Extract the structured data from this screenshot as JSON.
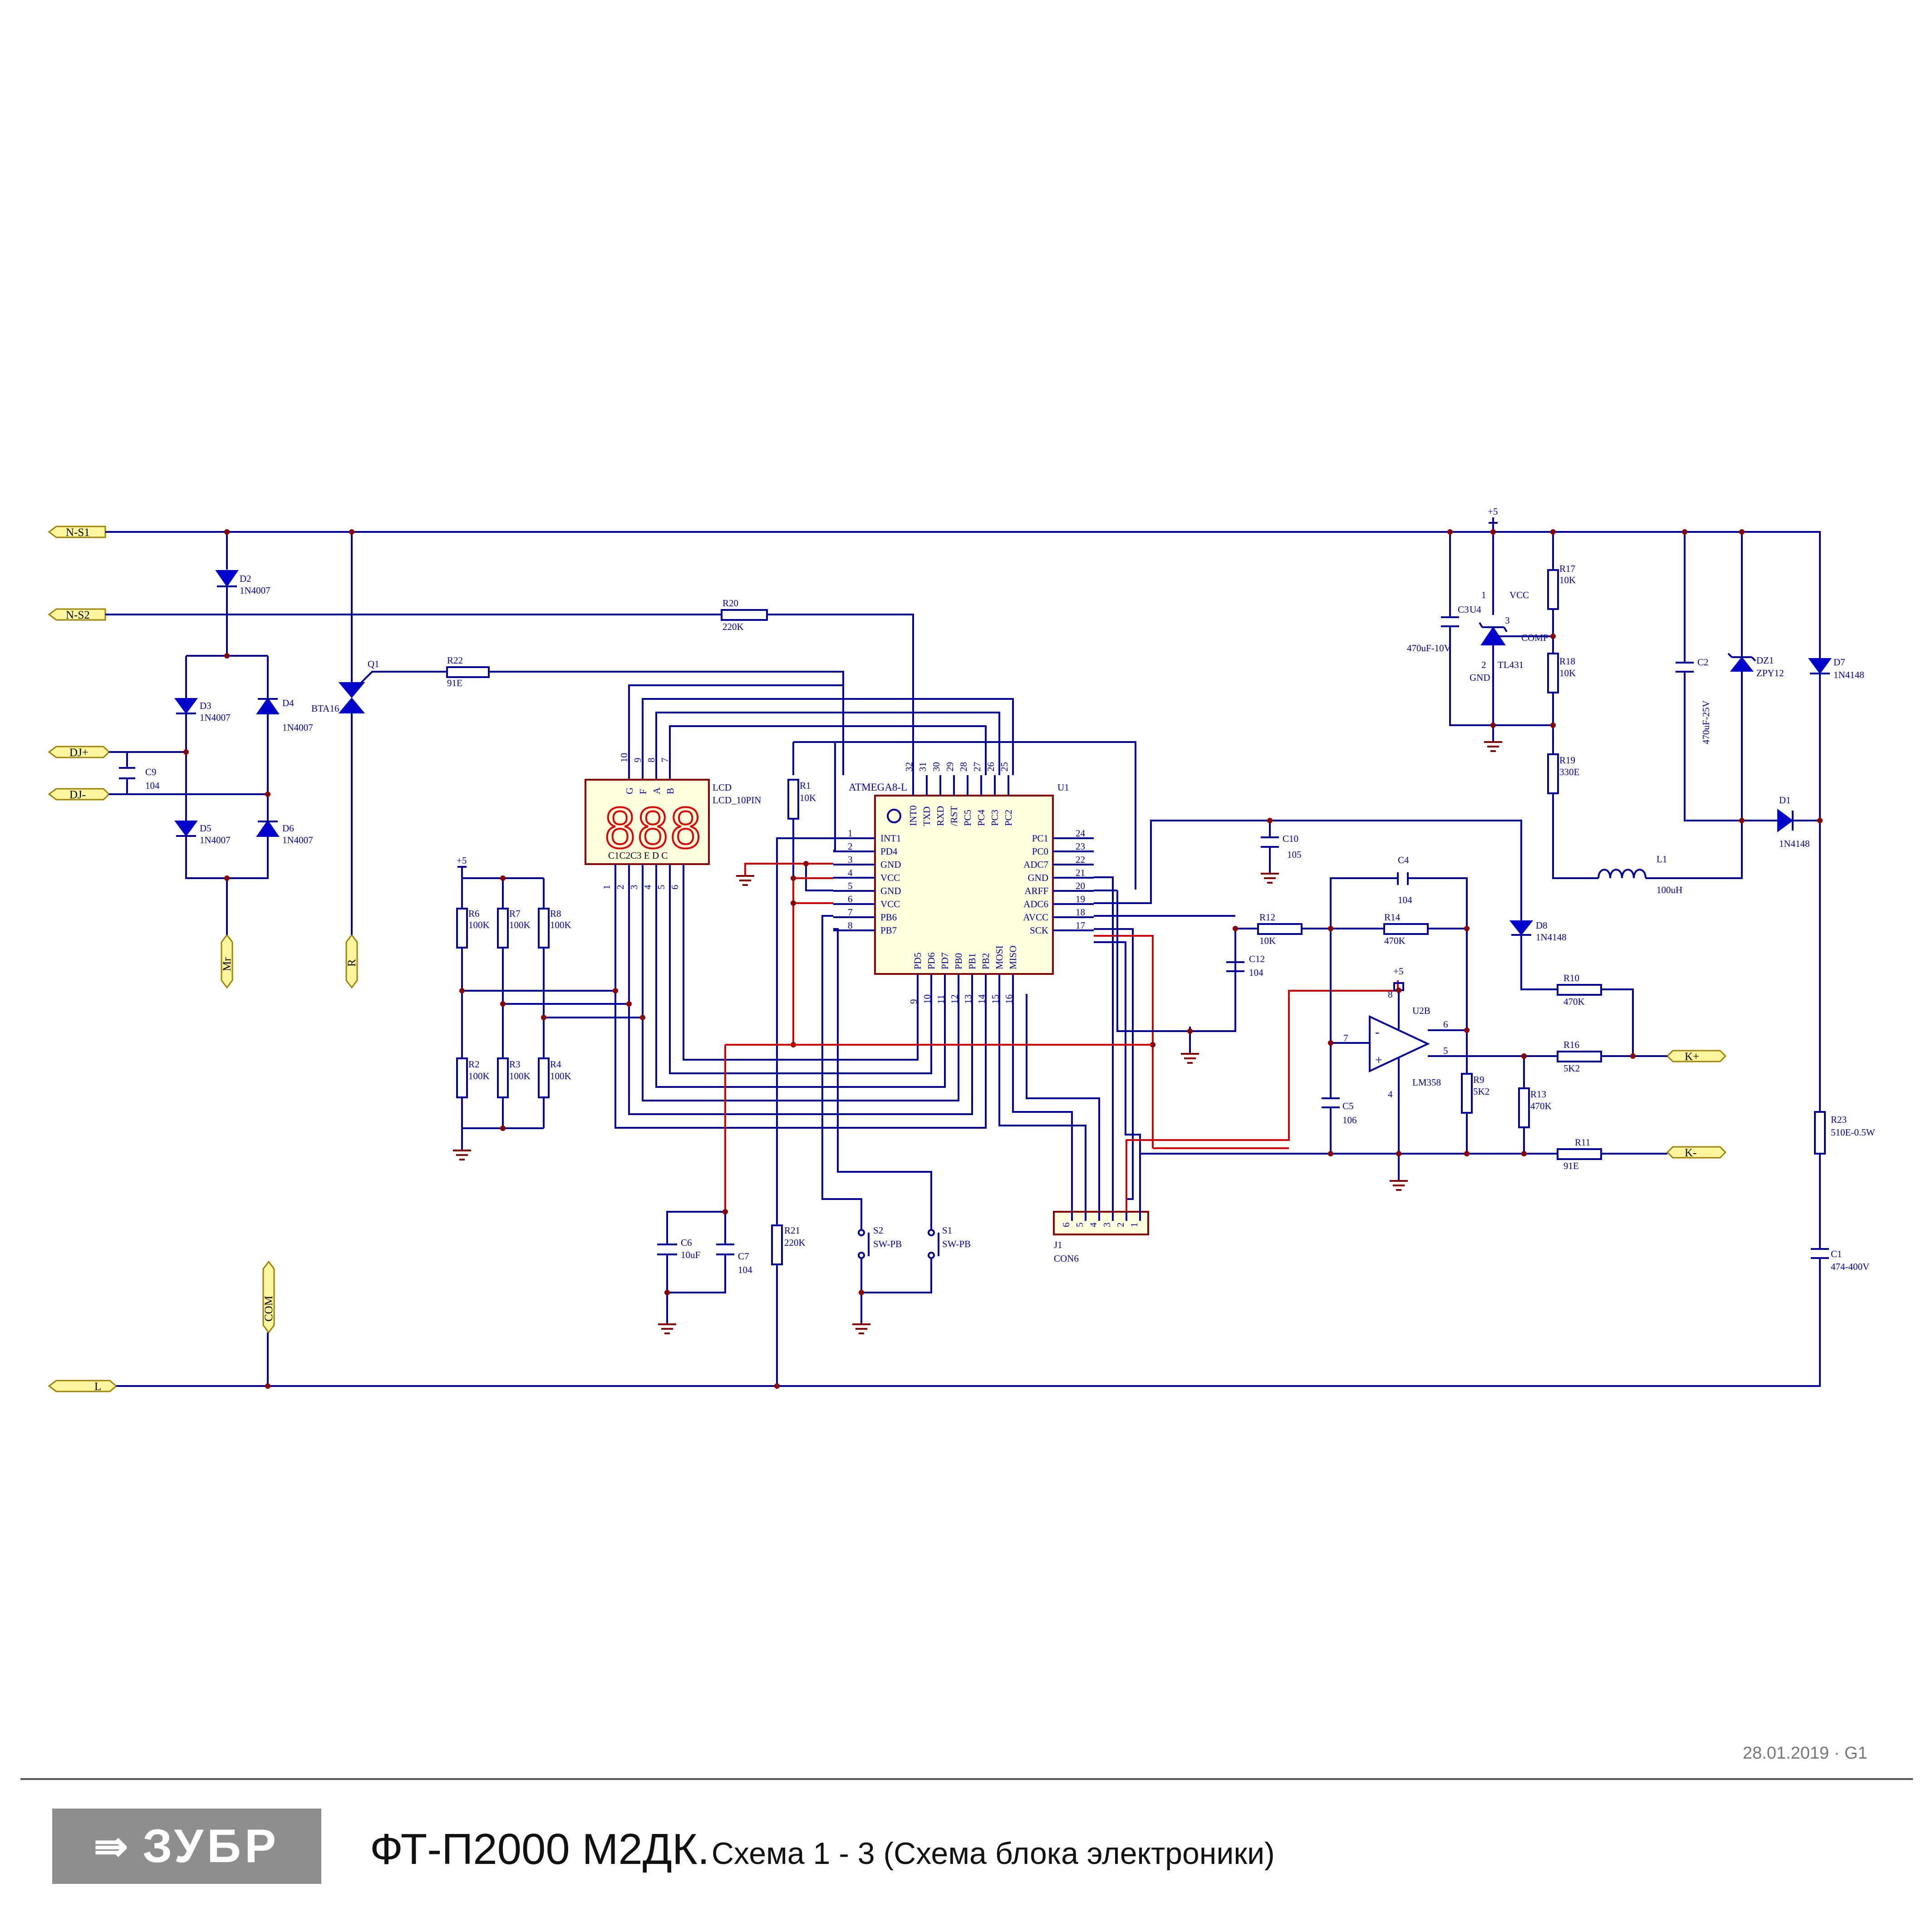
{
  "ports": {
    "n_s1": "N-S1",
    "n_s2": "N-S2",
    "dj_plus": "DJ+",
    "dj_minus": "DJ-",
    "mr": "Mr",
    "r": "R",
    "com": "COM",
    "l": "L",
    "k_plus": "K+",
    "k_minus": "K-"
  },
  "parts": {
    "d2": "D2",
    "d2v": "1N4007",
    "d3": "D3",
    "d3v": "1N4007",
    "d4": "D4",
    "d4v": "1N4007",
    "d5": "D5",
    "d5v": "1N4007",
    "d6": "D6",
    "d6v": "1N4007",
    "c9": "C9",
    "c9v": "104",
    "q1": "Q1",
    "q1v": "BTA16",
    "r22": "R22",
    "r22v": "91E",
    "r20": "R20",
    "r20v": "220K",
    "lcd": "LCD",
    "lcdv": "LCD_10PIN",
    "lcd_top_pins": [
      "10",
      "9",
      "8",
      "7"
    ],
    "lcd_top_names": [
      "G",
      "F",
      "A",
      "B"
    ],
    "lcd_bottom_pins": [
      "1",
      "2",
      "3",
      "4",
      "5",
      "6"
    ],
    "lcd_bottom_names": "C1C2C3 E  D  C",
    "lcd_digits": "888",
    "r1": "R1",
    "r1v": "10K",
    "r6": "R6",
    "r6v": "100K",
    "r7": "R7",
    "r7v": "100K",
    "r8": "R8",
    "r8v": "100K",
    "r2": "R2",
    "r2v": "100K",
    "r3": "R3",
    "r3v": "100K",
    "r4": "R4",
    "r4v": "100K",
    "plus5": "+5",
    "u1": "U1",
    "u1v": "ATMEGA8-L",
    "u1_top_pins": [
      "32",
      "31",
      "30",
      "29",
      "28",
      "27",
      "26",
      "25"
    ],
    "u1_top_names": [
      "INT0",
      "TXD",
      "RXD",
      "/RST",
      "PC5",
      "PC4",
      "PC3",
      "PC2"
    ],
    "u1_left_pins": [
      "1",
      "2",
      "3",
      "4",
      "5",
      "6",
      "7",
      "8"
    ],
    "u1_left_names": [
      "INT1",
      "PD4",
      "GND",
      "VCC",
      "GND",
      "VCC",
      "PB6",
      "PB7"
    ],
    "u1_right_pins": [
      "24",
      "23",
      "22",
      "21",
      "20",
      "19",
      "18",
      "17"
    ],
    "u1_right_names": [
      "PC1",
      "PC0",
      "ADC7",
      "GND",
      "ARFF",
      "ADC6",
      "AVCC",
      "SCK"
    ],
    "u1_bottom_pins": [
      "9",
      "10",
      "11",
      "12",
      "13",
      "14",
      "15",
      "16"
    ],
    "u1_bottom_names": [
      "PD5",
      "PD6",
      "PD7",
      "PB0",
      "PB1",
      "PB2",
      "MOSI",
      "MISO"
    ],
    "r21": "R21",
    "r21v": "220K",
    "c6": "C6",
    "c6v": "10uF",
    "c7": "C7",
    "c7v": "104",
    "s1": "S1",
    "s1v": "SW-PB",
    "s2": "S2",
    "s2v": "SW-PB",
    "j1": "J1",
    "j1v": "CON6",
    "j1_pins": [
      "6",
      "5",
      "4",
      "3",
      "2",
      "1"
    ],
    "c10": "C10",
    "c10v": "105",
    "c12": "C12",
    "c12v": "104",
    "r12": "R12",
    "r12v": "10K",
    "c4": "C4",
    "c4v": "104",
    "r14": "R14",
    "r14v": "470K",
    "u2": "U2B",
    "u2v": "LM358",
    "u2_pins": [
      "7",
      "6",
      "5",
      "4",
      "8"
    ],
    "u2_minus": "-",
    "u2_plus": "+",
    "c5": "C5",
    "c5v": "106",
    "r9": "R9",
    "r9v": "5K2",
    "r13": "R13",
    "r13v": "470K",
    "r10": "R10",
    "r10v": "470K",
    "r16": "R16",
    "r16v": "5K2",
    "r11": "R11",
    "r11v": "91E",
    "d8": "D8",
    "d8v": "1N4148",
    "c3": "C3",
    "c3v": "470uF-10V",
    "u4": "U4",
    "u4v": "TL431",
    "u4_vcc": "VCC",
    "u4_gnd": "GND",
    "u4_comp": "COMP",
    "u4_p1": "1",
    "u4_p2": "2",
    "u4_p3": "3",
    "r17": "R17",
    "r17v": "10K",
    "r18": "R18",
    "r18v": "10K",
    "r19": "R19",
    "r19v": "330E",
    "c2": "C2",
    "c2v": "470uF-25V",
    "dz1": "DZ1",
    "dz1v": "ZPY12",
    "l1": "L1",
    "l1v": "100uH",
    "d1": "D1",
    "d1v": "1N4148",
    "d7": "D7",
    "d7v": "1N4148",
    "r23": "R23",
    "r23v": "510E-0.5W",
    "c1": "C1",
    "c1v": "474-400V"
  },
  "footer": {
    "date": "28.01.2019 · G1",
    "brand": "ЗУБР",
    "title_main": "ФТ-П2000 М2ДК.",
    "title_sub": "Схема 1 - 3 (Схема блока электроники)"
  },
  "colors": {
    "wire": "#00009c",
    "highlight_wire": "#d40000",
    "port_fill": "#fff6a0",
    "junction": "#8b0000",
    "logo_bg": "#8e8e8e"
  }
}
